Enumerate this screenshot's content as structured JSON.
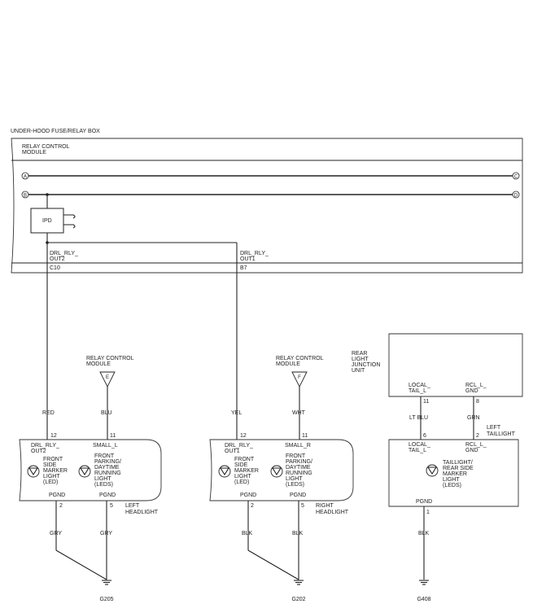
{
  "fuse_box": {
    "title": "UNDER-HOOD FUSE/RELAY BOX",
    "module": [
      "RELAY CONTROL",
      "MODULE"
    ],
    "bus_left": [
      "A",
      "B"
    ],
    "bus_right": [
      "C",
      "D"
    ],
    "ipd": "IPD",
    "out_left": [
      "DRL_RLY_",
      "OUT2"
    ],
    "out_right": [
      "DRL_RLY_",
      "OUT1"
    ],
    "conn_left": "C10",
    "conn_right": "B7"
  },
  "left": {
    "rcm": [
      "RELAY CONTROL",
      "MODULE"
    ],
    "rcm_letter": "E",
    "wire_red": "RED",
    "wire_blu": "BLU",
    "pin_12": "12",
    "pin_11": "11",
    "drl": [
      "DRL_RLY_",
      "OUT2"
    ],
    "small": "SMALL_L",
    "marker": [
      "FRONT",
      "SIDE",
      "MARKER",
      "LIGHT",
      "(LED)"
    ],
    "parking": [
      "FRONT",
      "PARKING/",
      "DAYTIME",
      "RUNNING",
      "LIGHT",
      "(LEDS)"
    ],
    "pgnd1": "PGND",
    "pgnd2": "PGND",
    "pin_2": "2",
    "pin_5": "5",
    "name": [
      "LEFT",
      "HEADLIGHT"
    ],
    "gnd_a": "GRY",
    "gnd_b": "GRY",
    "ground": "G205"
  },
  "right": {
    "rcm": [
      "RELAY CONTROL",
      "MODULE"
    ],
    "rcm_letter": "F",
    "wire_yel": "YEL",
    "wire_wht": "WHT",
    "pin_12": "12",
    "pin_11": "11",
    "drl": [
      "DRL_RLY_",
      "OUT1"
    ],
    "small": "SMALL_R",
    "marker": [
      "FRONT",
      "SIDE",
      "MARKER",
      "LIGHT",
      "(LED)"
    ],
    "parking": [
      "FRONT",
      "PARKING/",
      "DAYTIME",
      "RUNNING",
      "LIGHT",
      "(LEDS)"
    ],
    "pgnd1": "PGND",
    "pgnd2": "PGND",
    "pin_2": "2",
    "pin_5": "5",
    "name": [
      "RIGHT",
      "HEADLIGHT"
    ],
    "gnd_a": "BLK",
    "gnd_b": "BLK",
    "ground": "G202"
  },
  "rear": {
    "unit": [
      "REAR",
      "LIGHT",
      "JUNCTION",
      "UNIT"
    ],
    "local_tail": [
      "LOCAL_",
      "TAIL_L"
    ],
    "rcl": [
      "RCL_L_",
      "GND"
    ],
    "pin_11": "11",
    "pin_8": "8",
    "wire_ltblu": "LT BLU",
    "wire_grn": "GRN",
    "pin_6": "6",
    "pin_2": "2",
    "tl_local": [
      "LOCAL_",
      "TAIL_L"
    ],
    "tl_rcl": [
      "RCL_L_",
      "GND"
    ],
    "name": [
      "LEFT",
      "TAILLIGHT"
    ],
    "lamp": [
      "TAILLIGHT/",
      "REAR SIDE",
      "MARKER",
      "LIGHT",
      "(LEDS)"
    ],
    "pgnd": "PGND",
    "pin_1": "1",
    "wire_blk": "BLK",
    "ground": "G408"
  }
}
